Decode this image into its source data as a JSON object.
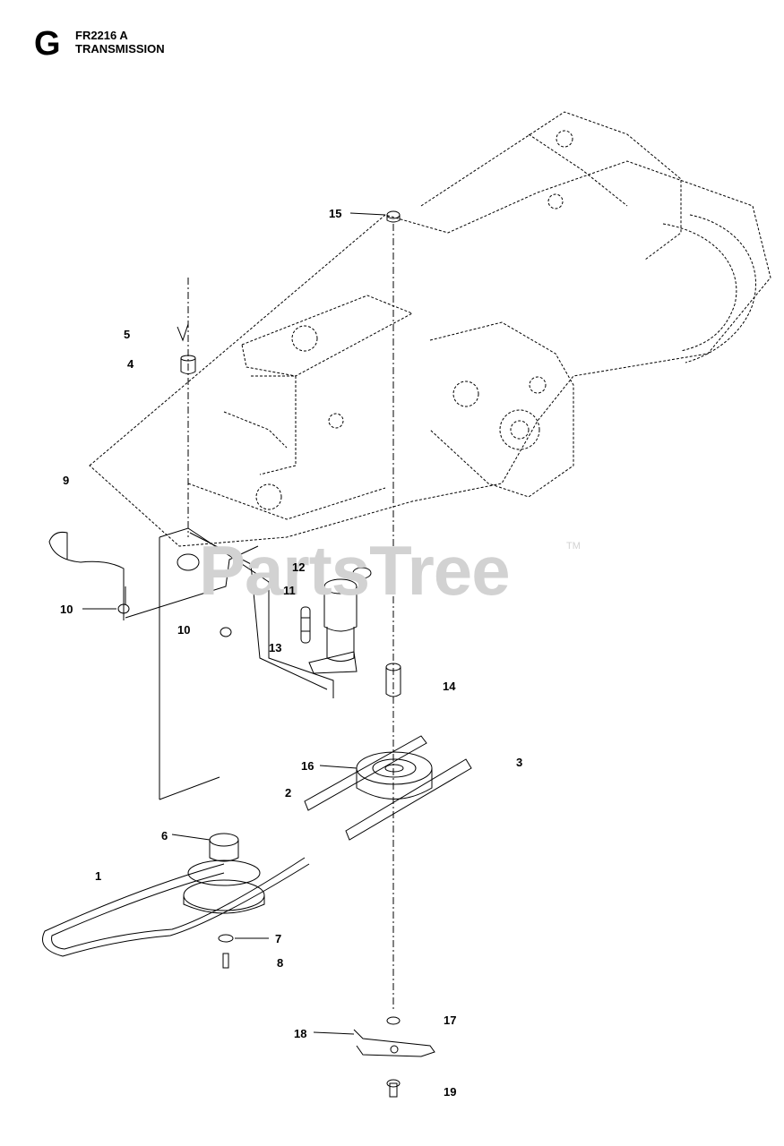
{
  "header": {
    "section_letter": "G",
    "model": "FR2216 A",
    "title": "TRANSMISSION"
  },
  "watermark": {
    "text": "PartsTree",
    "tm": "TM"
  },
  "callouts": [
    {
      "label": "15"
    },
    {
      "label": "5"
    },
    {
      "label": "4"
    },
    {
      "label": "9"
    },
    {
      "label": "12"
    },
    {
      "label": "11"
    },
    {
      "label": "10"
    },
    {
      "label": "10"
    },
    {
      "label": "13"
    },
    {
      "label": "14"
    },
    {
      "label": "16"
    },
    {
      "label": "3"
    },
    {
      "label": "2"
    },
    {
      "label": "6"
    },
    {
      "label": "1"
    },
    {
      "label": "7"
    },
    {
      "label": "8"
    },
    {
      "label": "17"
    },
    {
      "label": "18"
    },
    {
      "label": "19"
    }
  ]
}
